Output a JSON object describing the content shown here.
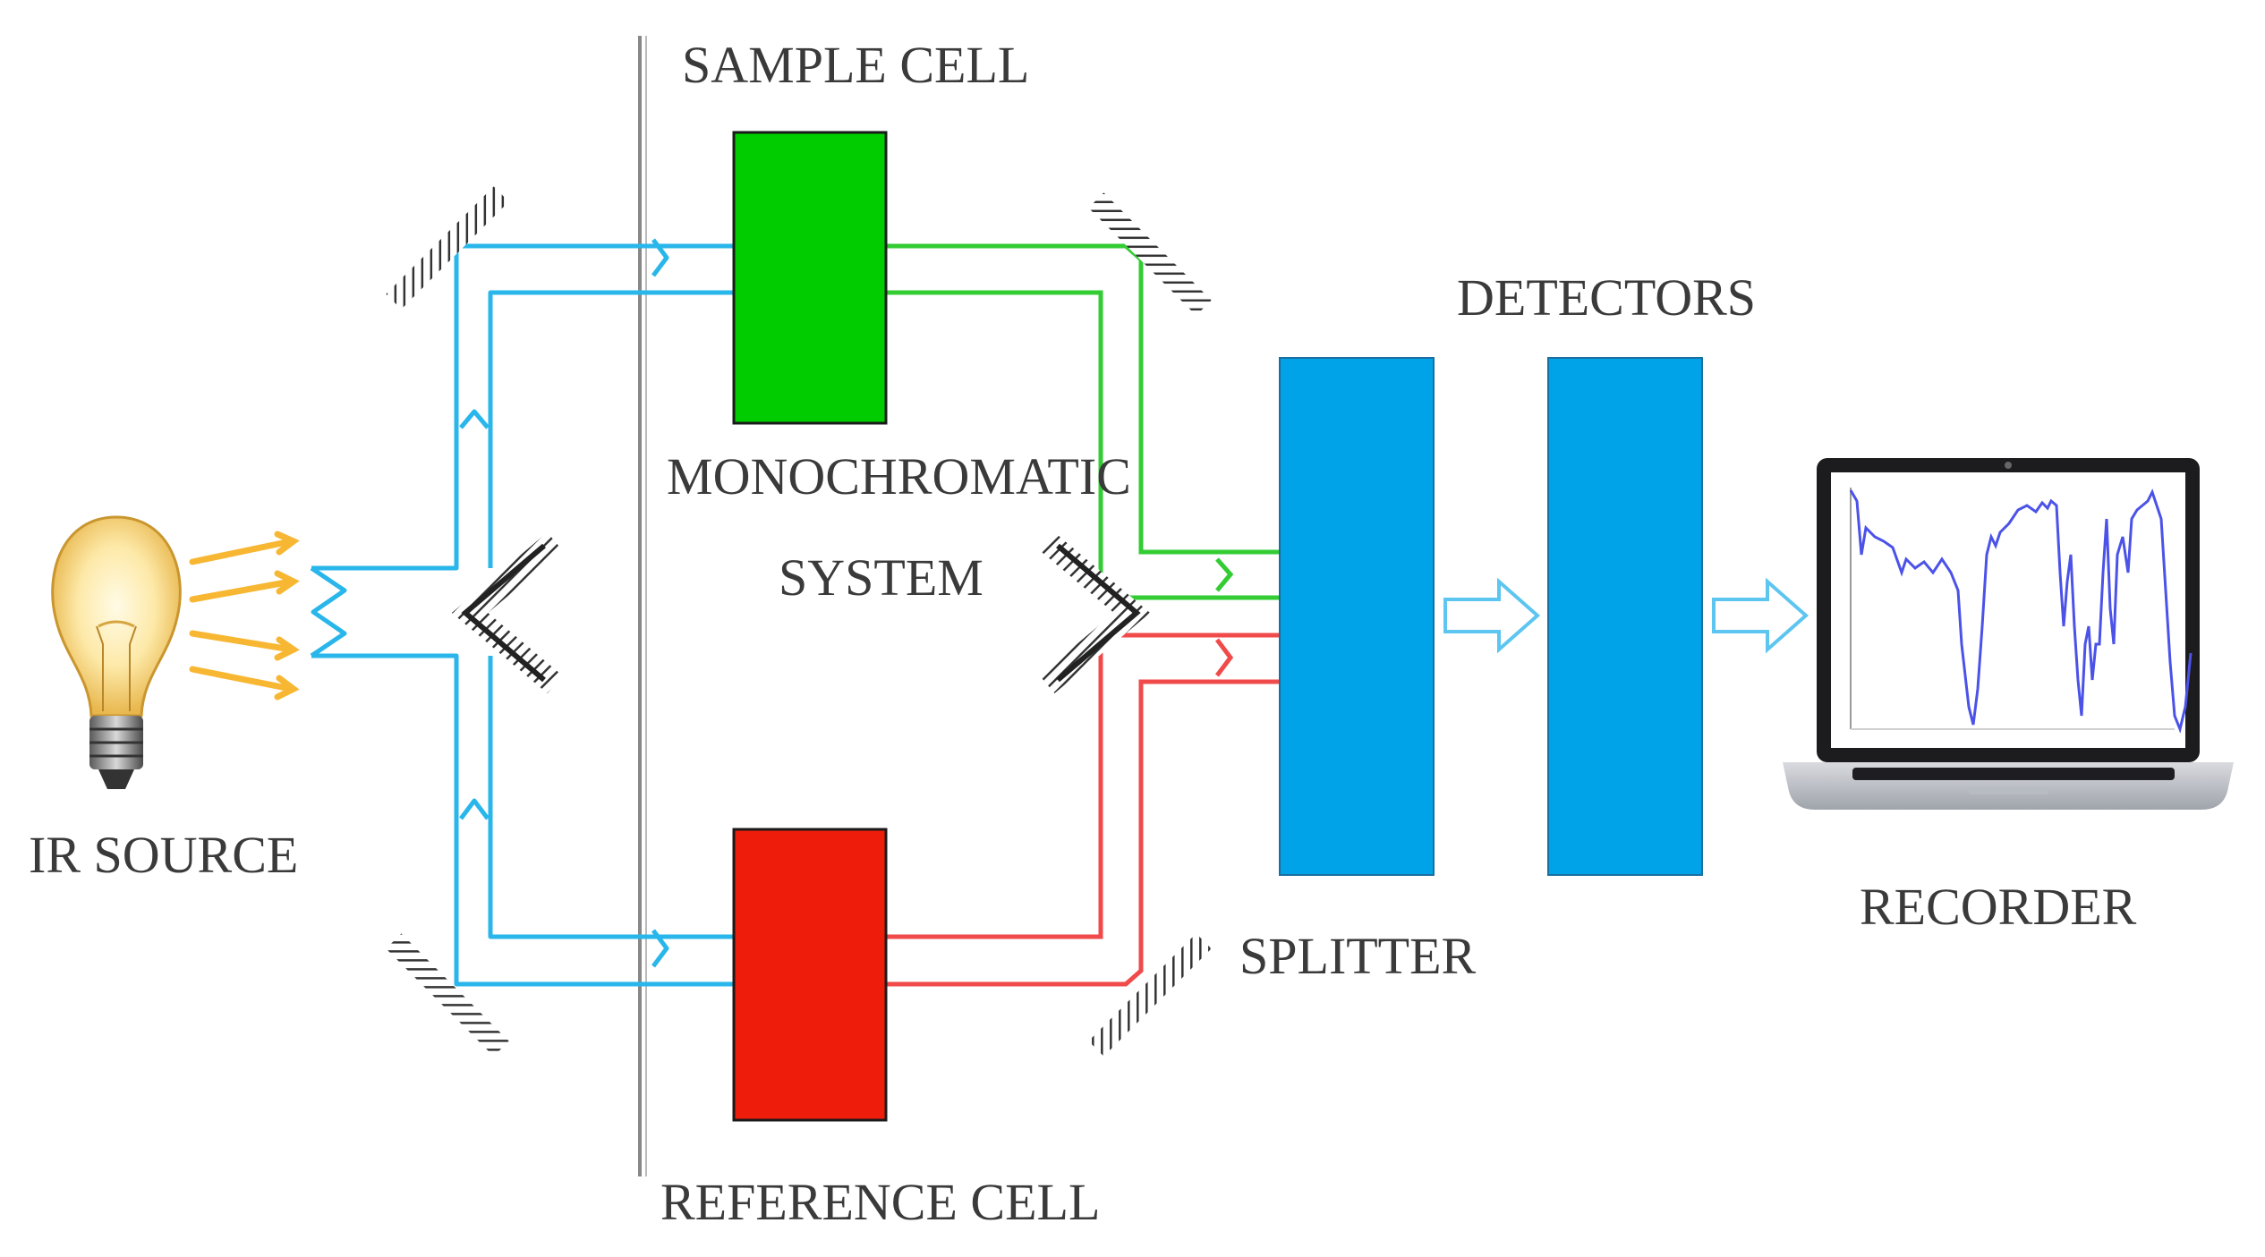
{
  "labels": {
    "sample_cell": "SAMPLE CELL",
    "monochromatic_line1": "MONOCHROMATIC",
    "monochromatic_line2": "SYSTEM",
    "detectors": "DETECTORS",
    "ir_source": "IR SOURCE",
    "recorder": "RECORDER",
    "splitter": "SPLITTER",
    "reference_cell": "REFERENCE CELL"
  },
  "colors": {
    "beam_ir": "#29b6ea",
    "beam_sample": "#33cc33",
    "beam_reference": "#f04a4a",
    "sample_cell": "#00cc00",
    "reference_cell": "#ee1c0a",
    "splitter": "#00a2e8",
    "detector": "#00a2e8",
    "mirror": "#333333",
    "light_rays": "#f7b733"
  },
  "icons": {
    "source": "light-bulb-icon",
    "recorder": "laptop-icon",
    "flow_arrow": "hollow-arrow-icon"
  }
}
